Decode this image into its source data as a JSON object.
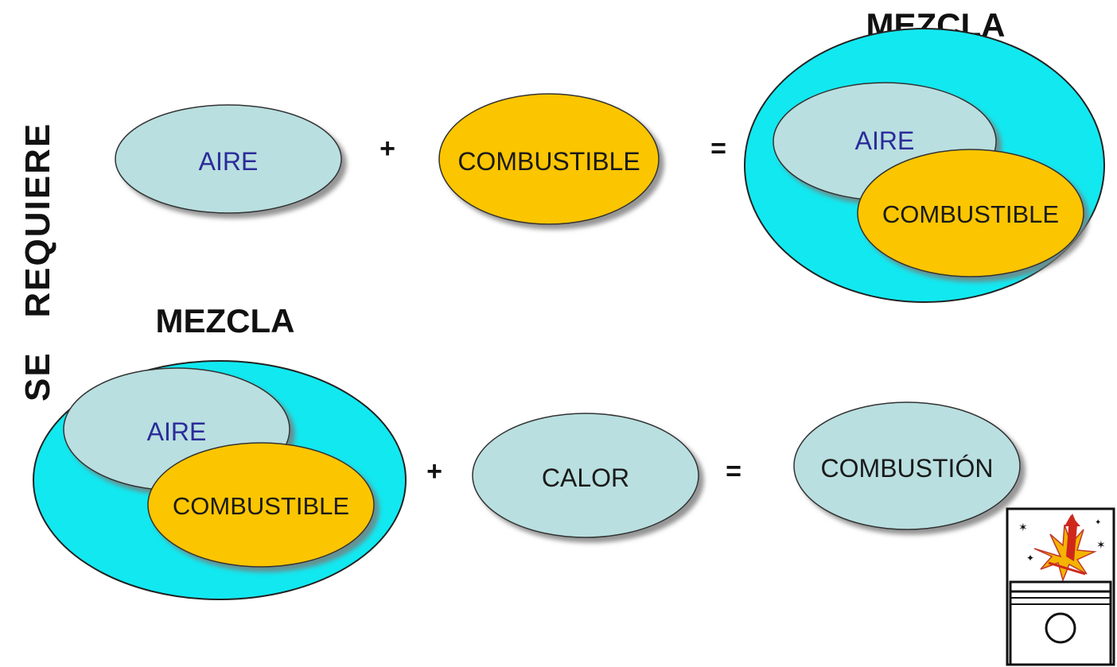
{
  "side_label": "SE   REQUIERE",
  "row1": {
    "aire": "AIRE",
    "plus": "+",
    "combustible": "COMBUSTIBLE",
    "equals": "=",
    "mezcla_title": "MEZCLA",
    "mezcla_aire": "AIRE",
    "mezcla_combustible": "COMBUSTIBLE"
  },
  "row2": {
    "mezcla_title": "MEZCLA",
    "mezcla_aire": "AIRE",
    "mezcla_combustible": "COMBUSTIBLE",
    "plus": "+",
    "calor": "CALOR",
    "equals": "=",
    "combustion": "COMBUSTIÓN"
  },
  "colors": {
    "air_fill": "#b9dfe0",
    "fuel_fill": "#fbc500",
    "mixture_fill": "#12e8f0",
    "shadow": "#8a8a8a",
    "label_blue": "#2b2b9a"
  },
  "icons": [
    "piston-explosion-icon"
  ]
}
